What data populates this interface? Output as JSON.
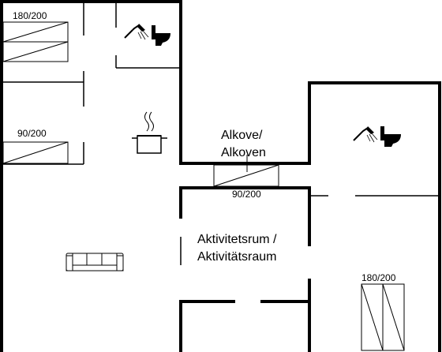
{
  "bed_labels": {
    "top_left": "180/200",
    "middle_left": "90/200",
    "alcove": "90/200",
    "right": "180/200"
  },
  "rooms": {
    "alcove_line1": "Alkove/",
    "alcove_line2": "Alkoven",
    "activity_line1": "Aktivitetsrum /",
    "activity_line2": "Aktivitätsraum"
  },
  "icons": [
    "bathroom-icon",
    "bathroom-icon",
    "kitchen-icon",
    "sofa-icon"
  ]
}
